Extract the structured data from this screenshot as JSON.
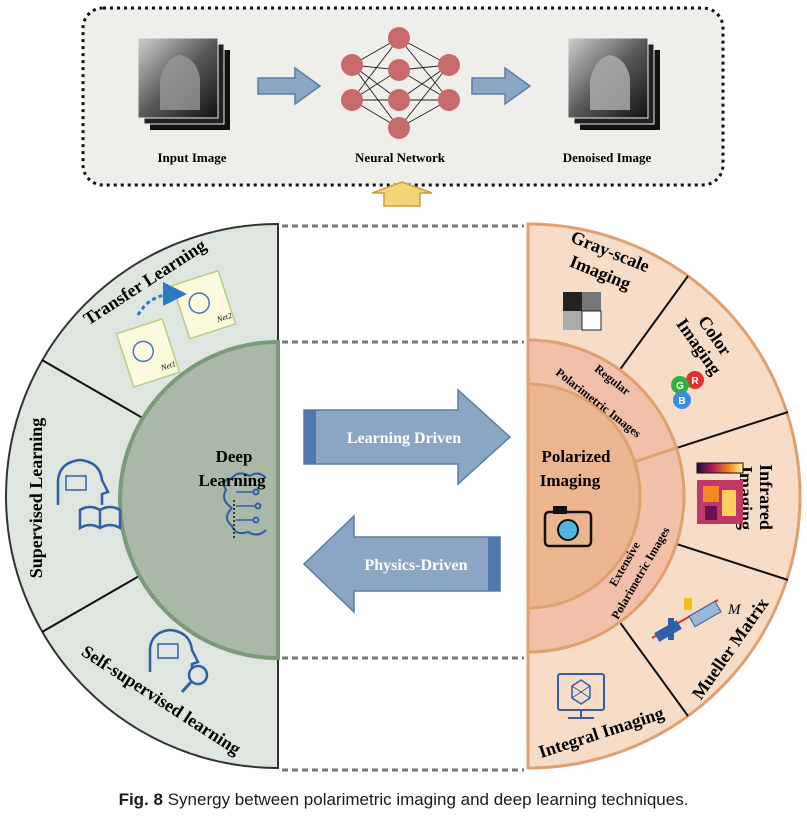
{
  "pipeline": {
    "input_label": "Input Image",
    "network_label": "Neural Network",
    "output_label": "Denoised Image"
  },
  "deep_learning": {
    "center_label_line1": "Deep",
    "center_label_line2": "Learning",
    "segments": [
      "Transfer Learning",
      "Supervised Learning",
      "Self-supervised learning"
    ],
    "net_labels": [
      "Net1",
      "Net2"
    ]
  },
  "arrows": {
    "learning_driven": "Learning Driven",
    "physics_driven": "Physics-Driven"
  },
  "polarized": {
    "center_label_line1": "Polarized",
    "center_label_line2": "Imaging",
    "ring_top_line1": "Regular",
    "ring_top_line2": "Polarimetric Images",
    "ring_bottom_line1": "Extensive",
    "ring_bottom_line2": "Polarimetric Images",
    "segments": {
      "grayscale_line1": "Gray-scale",
      "grayscale_line2": "Imaging",
      "color_line1": "Color",
      "color_line2": "Imaging",
      "infrared_line1": "Infrared",
      "infrared_line2": "Imaging",
      "mueller": "Mueller Matrix",
      "integral": "Integral Imaging"
    },
    "rgb_letters": [
      "R",
      "G",
      "B"
    ],
    "mueller_symbol": "M"
  },
  "caption": {
    "fig_label": "Fig. 8",
    "text": "Synergy between polarimetric imaging and deep learning techniques."
  },
  "colors": {
    "left_fill": "#dfe5df",
    "left_inner": "#aab8a8",
    "left_inner_stroke": "#7a9a7a",
    "right_fill": "#f7dcc8",
    "right_ring": "#f2bfa8",
    "right_core": "#ebb58f",
    "right_stroke": "#e0a070",
    "arrow_fill": "#8aa6c4",
    "node_fill": "#c96a6a",
    "top_box_fill": "#f0eeea"
  }
}
